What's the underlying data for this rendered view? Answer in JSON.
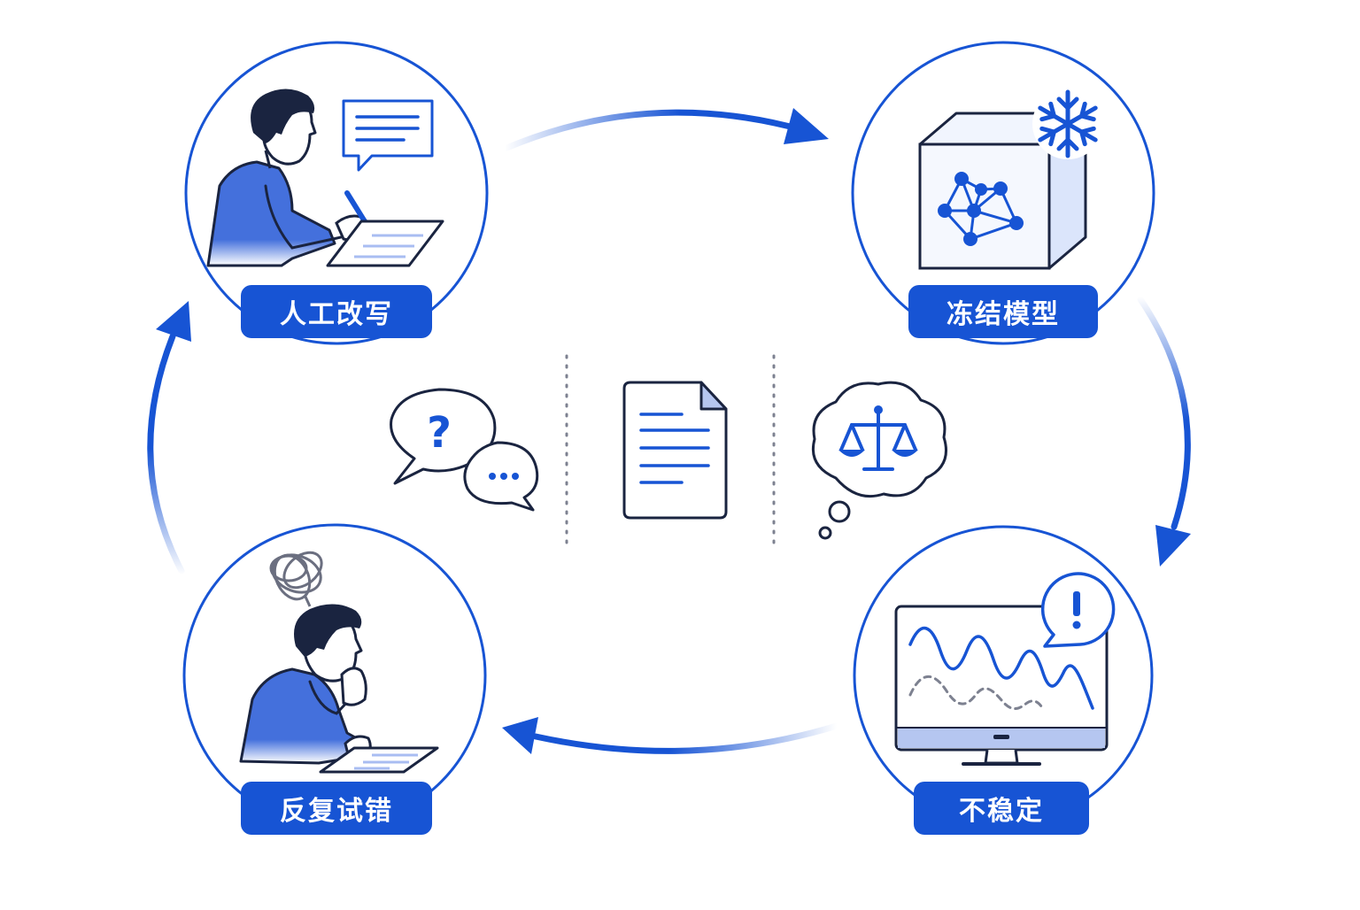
{
  "stages": [
    {
      "id": "manual-rewrite",
      "label": "人工改写",
      "icon": "person-writing-icon"
    },
    {
      "id": "frozen-model",
      "label": "冻结模型",
      "icon": "frozen-model-cube-icon"
    },
    {
      "id": "unstable",
      "label": "不稳定",
      "icon": "unstable-monitor-icon"
    },
    {
      "id": "trial-and-error",
      "label": "反复试错",
      "icon": "confused-person-icon"
    }
  ],
  "center_icons": [
    "question-chat-bubbles-icon",
    "document-icon",
    "balance-scale-thought-icon"
  ],
  "colors": {
    "accent": "#1754d4",
    "accent_light": "#a9bdf2",
    "accent_fill": "#e8eefc",
    "ink": "#1a2440",
    "gray": "#7d8190"
  }
}
